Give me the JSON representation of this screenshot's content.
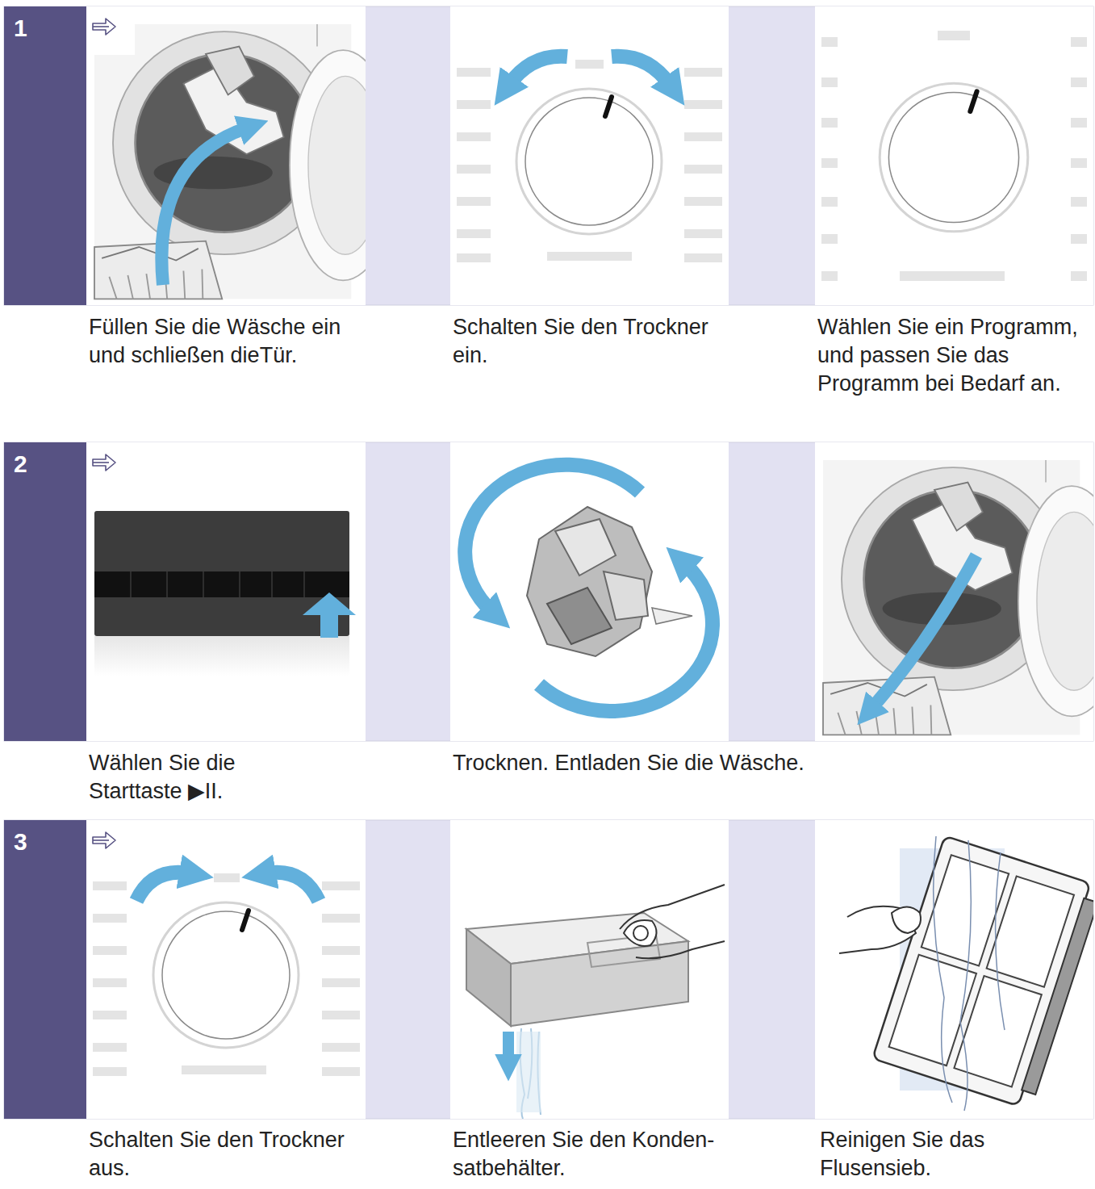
{
  "diagram": {
    "nodes": [
      {
        "text": [
          "1"
        ]
      },
      {
        "text": [
          "2"
        ]
      },
      {
        "text": [
          "3"
        ]
      }
    ],
    "labels": [
      "Füllen Sie die Wäsche ein und schließen dieTür.",
      "Schalten Sie den Trockner ein.",
      "Wählen Sie ein Programm, und passen Sie das Programm bei Bedarf an.",
      "Wählen Sie die Starttaste ▶II.",
      "Trocknen. Entladen Sie die Wäsche.",
      "Schalten Sie den Trockner aus.",
      "Entleeren Sie den Konden- satbehälter.",
      "Reinigen Sie das Flusensieb."
    ]
  }
}
